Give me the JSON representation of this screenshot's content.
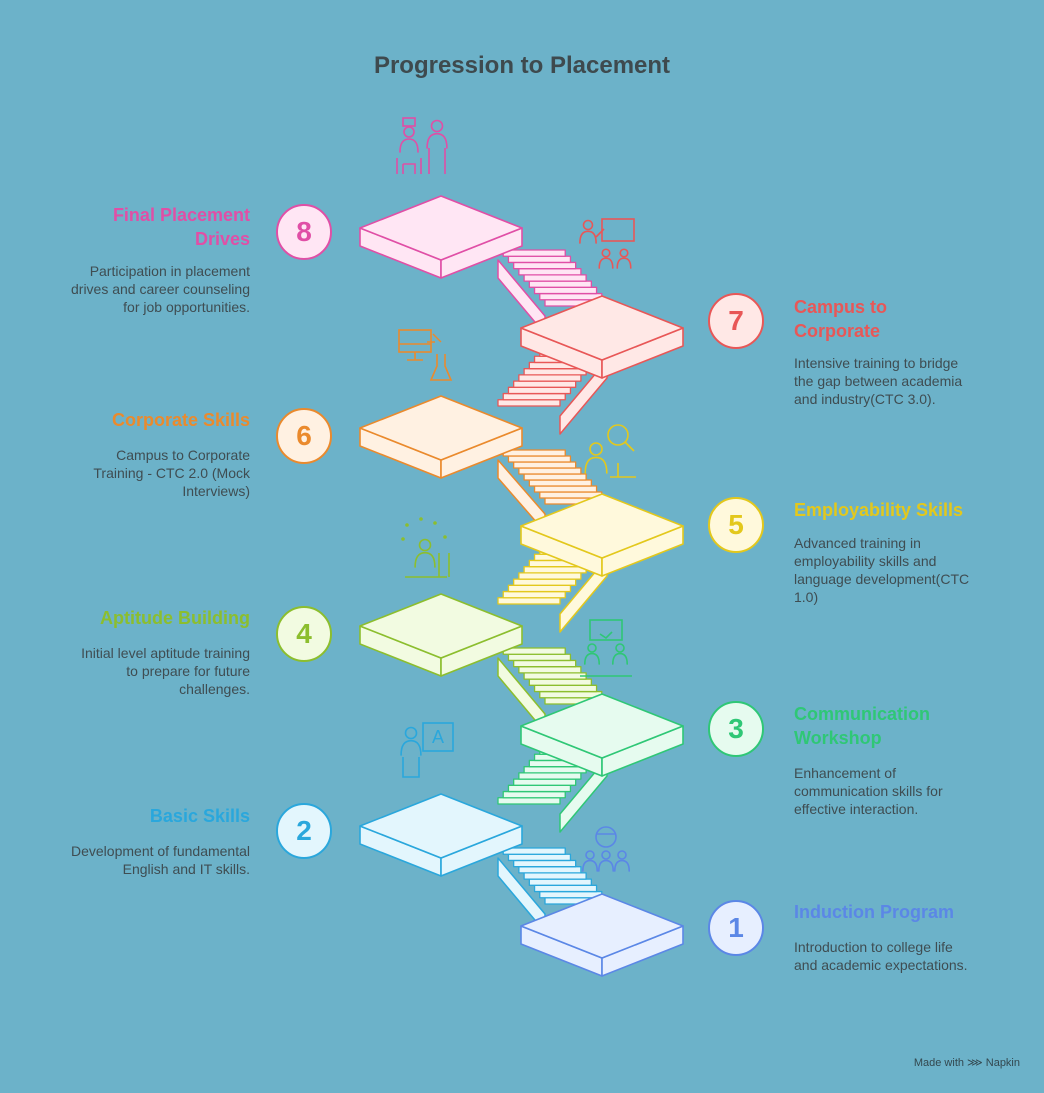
{
  "title": "Progression to Placement",
  "footer": "Made with ⋙ Napkin",
  "stages": [
    {
      "number": "1",
      "title": "Induction Program",
      "description": "Introduction to college life and academic expectations.",
      "color": "#5b87e6",
      "fill": "#e7efff",
      "icon": "group-leader-icon"
    },
    {
      "number": "2",
      "title": "Basic Skills",
      "description": "Development of fundamental English and IT skills.",
      "color": "#2aa7dc",
      "fill": "#e3f6fd",
      "icon": "language-learner-icon"
    },
    {
      "number": "3",
      "title": "Communication Workshop",
      "description": "Enhancement of communication skills for effective interaction.",
      "color": "#2fc776",
      "fill": "#e6fbef",
      "icon": "workshop-meeting-icon"
    },
    {
      "number": "4",
      "title": "Aptitude Building",
      "description": "Initial level aptitude training to prepare for future challenges.",
      "color": "#8cbe2e",
      "fill": "#f2fbe1",
      "icon": "thinking-person-icon"
    },
    {
      "number": "5",
      "title": "Employability Skills",
      "description": "Advanced training in employability skills and language development(CTC 1.0)",
      "color": "#e3c81c",
      "fill": "#fff9dc",
      "icon": "talent-search-icon"
    },
    {
      "number": "6",
      "title": "Corporate Skills",
      "description": "Campus to Corporate Training - CTC 2.0 (Mock Interviews)",
      "color": "#ea8a2d",
      "fill": "#fff1e2",
      "icon": "computer-lab-icon"
    },
    {
      "number": "7",
      "title": "Campus to Corporate",
      "description": "Intensive training to bridge the gap between academia and industry(CTC 3.0).",
      "color": "#e85757",
      "fill": "#ffe8e6",
      "icon": "presentation-icon"
    },
    {
      "number": "8",
      "title": "Final Placement Drives",
      "description": "Participation in placement drives and career counseling for job opportunities.",
      "color": "#e04fa6",
      "fill": "#ffe6f4",
      "icon": "job-interview-icon"
    }
  ]
}
